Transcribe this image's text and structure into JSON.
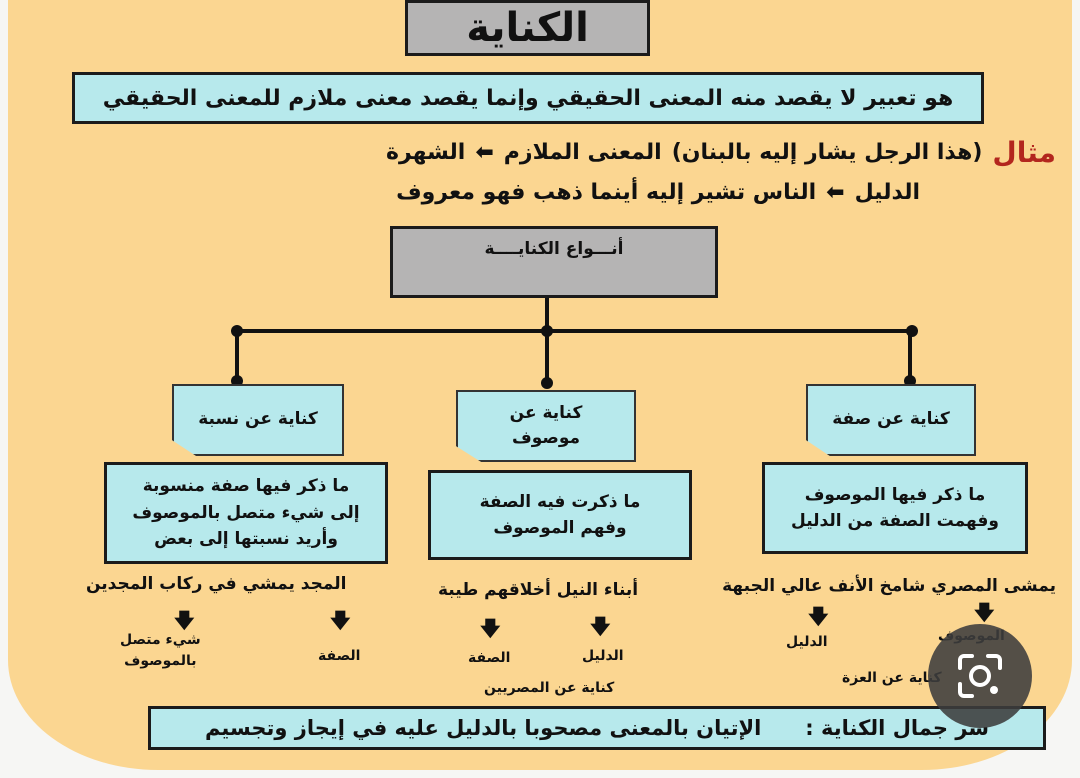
{
  "title": "الكناية",
  "definition": "هو تعبير لا يقصد منه المعنى الحقيقي وإنما يقصد معنى ملازم للمعنى الحقيقي",
  "example": {
    "label": "مثال",
    "sentence": "(هذا الرجل يشار إليه بالبنان)",
    "implied_label": "المعنى الملازم",
    "implied_value": "الشهرة",
    "evidence_label": "الدليل",
    "evidence_value": "الناس تشير إليه أينما ذهب فهو معروف"
  },
  "types_title": "أنـــواع الكنايــــة",
  "types": [
    {
      "name": "كناية عن صفة",
      "description": [
        "ما ذكر فيها الموصوف",
        "وفهمت الصفة من الدليل"
      ],
      "example": "يمشى المصري شامخ الأنف عالي الجبهة",
      "branches": [
        "الموصوف",
        "الدليل"
      ],
      "note": "كناية عن العزة"
    },
    {
      "name": "كناية عن موصوف",
      "name_lines": [
        "كناية عن",
        "موصوف"
      ],
      "description": [
        "ما ذكرت فيه الصفة",
        "وفهم الموصوف"
      ],
      "example": "أبناء النيل أخلاقهم طيبة",
      "branches": [
        "الدليل",
        "الصفة"
      ],
      "note": "كناية عن المصريين"
    },
    {
      "name": "كناية عن نسبة",
      "description": [
        "ما ذكر فيها صفة منسوبة",
        "إلى شيء متصل بالموصوف",
        "وأريد نسبتها إلى بعض"
      ],
      "example": "المجد يمشي في ركاب المجدين",
      "branches": [
        "الصفة",
        "شيء متصل بالموصوف"
      ],
      "branch_lines": [
        "شيء متصل",
        "بالموصوف"
      ]
    }
  ],
  "beauty": {
    "label": "سر جمال الكناية :",
    "text": "الإتيان بالمعنى مصحوبا بالدليل عليه في إيجاز وتجسيم"
  },
  "icons": {
    "arrow": "left-arrow-icon",
    "down": "down-arrow-icon",
    "lens": "lens-search-icon"
  },
  "colors": {
    "background": "#fbd691",
    "box": "#b7e9ec",
    "header": "#b5b4b4",
    "accent": "#b3261e"
  }
}
